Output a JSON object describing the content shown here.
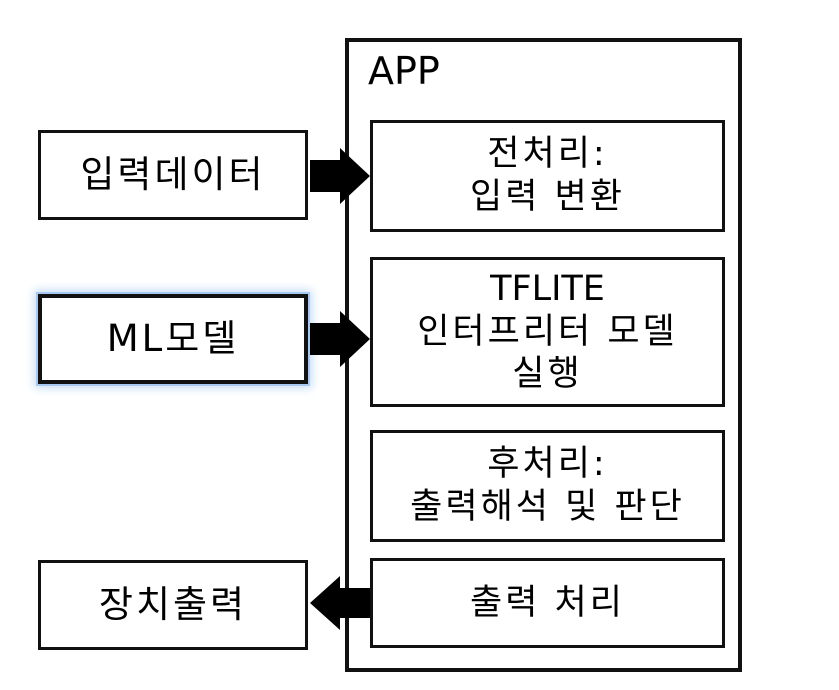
{
  "app": {
    "title": "APP"
  },
  "inputs": {
    "input_data": "입력데이터",
    "ml_model": "ML모델",
    "device_output": "장치출력"
  },
  "stages": {
    "preprocess": {
      "line1": "전처리:",
      "line2": "입력 변환"
    },
    "interpreter": {
      "line1": "TFLITE",
      "line2": "인터프리터 모델",
      "line3": "실행"
    },
    "postprocess": {
      "line1": "후처리:",
      "line2": "출력해석 및 판단"
    },
    "output_processing": {
      "line1": "출력 처리"
    }
  },
  "colors": {
    "stroke": "#111111",
    "arrow_fill": "#000000",
    "highlight_glow": "#a7c9ef"
  }
}
